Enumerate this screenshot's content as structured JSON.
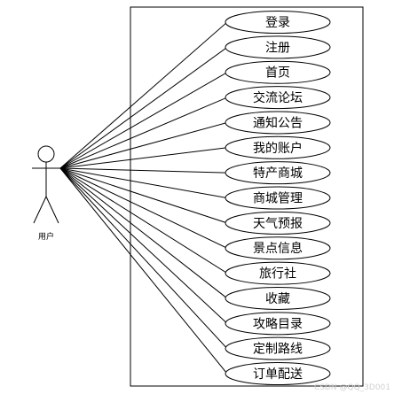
{
  "actor": {
    "label": "用户"
  },
  "use_cases": [
    "登录",
    "注册",
    "首页",
    "交流论坛",
    "通知公告",
    "我的账户",
    "特产商城",
    "商城管理",
    "天气预报",
    "景点信息",
    "旅行社",
    "收藏",
    "攻略目录",
    "定制路线",
    "订单配送"
  ],
  "watermark": "CSDN @QQ_3D001",
  "colors": {
    "stroke": "#000000",
    "background": "#ffffff",
    "watermark": "#d0d0d0"
  }
}
